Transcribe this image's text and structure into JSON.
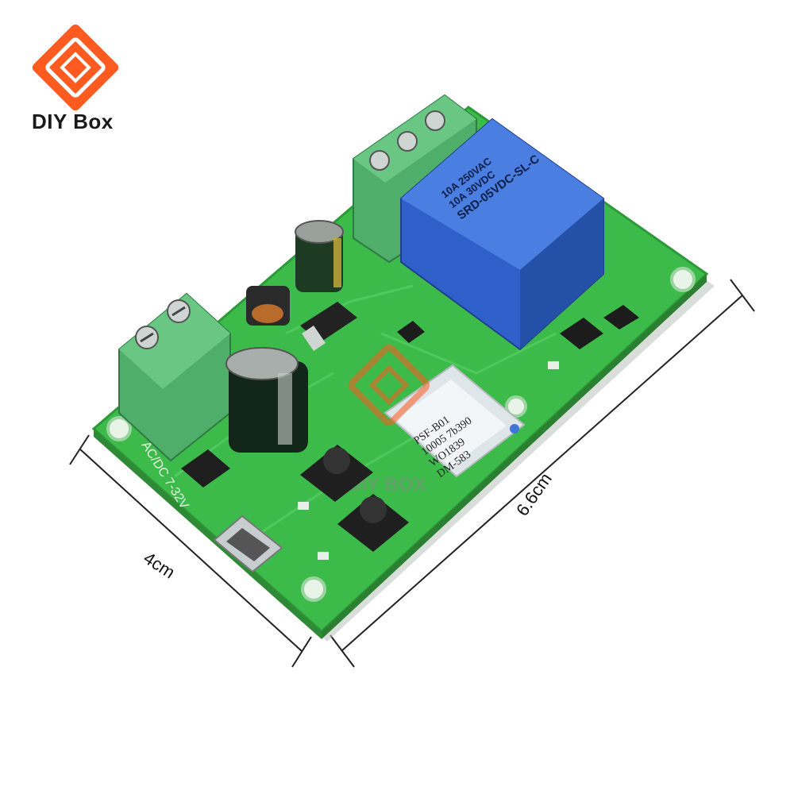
{
  "brand": {
    "name": "DIY Box",
    "logo_color": "#ff5a1f"
  },
  "dimensions": {
    "width_label": "4cm",
    "length_label": "6.6cm"
  },
  "board": {
    "pcb_color": "#3dbb4a",
    "terminal_color": "#4fae6a",
    "relay_color": "#2f5fc8",
    "silkscreen": {
      "input_label": "AC/DC 7-32V",
      "relay_text_1": "10A 250VAC",
      "relay_text_2": "10A 30VDC",
      "relay_text_3": "SRD-05VDC-SL-C",
      "module_text_1": "PSF-B01",
      "module_text_2": "10005 7b390",
      "module_text_3": "WO1839",
      "module_text_4": "DM-583"
    }
  },
  "watermark": "DIY BOX"
}
